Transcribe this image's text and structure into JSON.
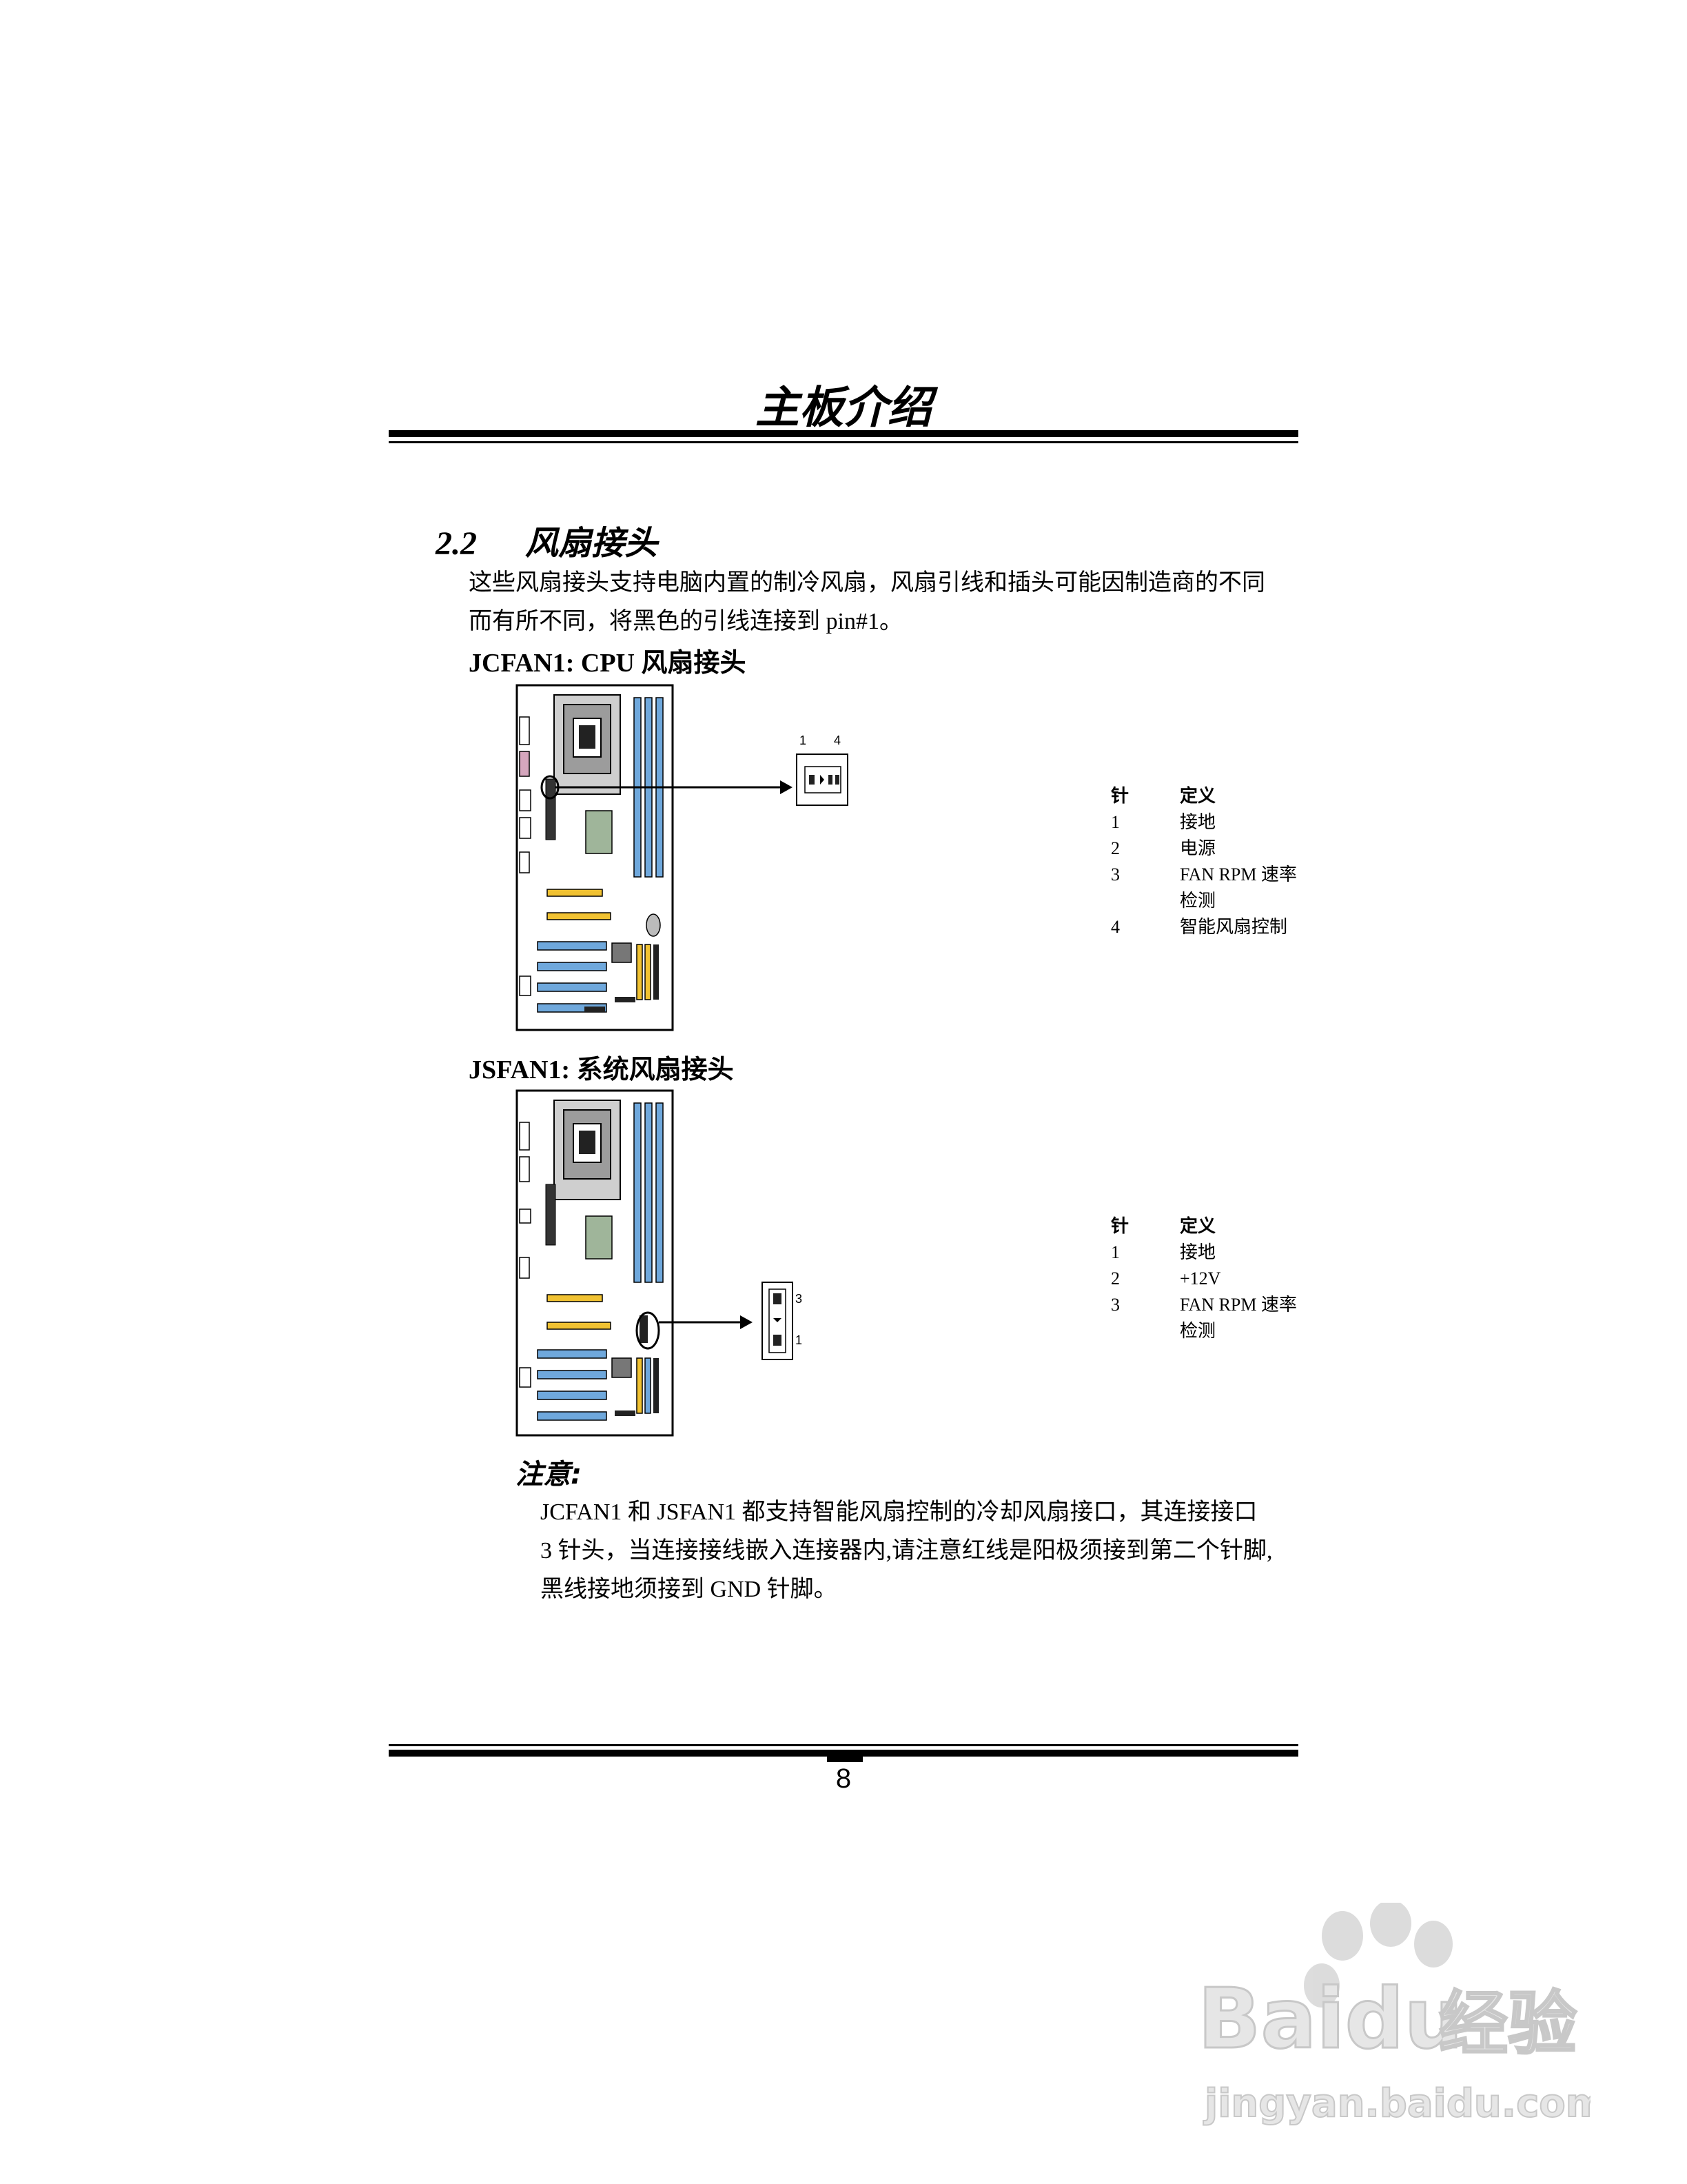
{
  "header": {
    "title": "主板介绍"
  },
  "section": {
    "number": "2.2",
    "title": "风扇接头"
  },
  "intro": {
    "line1": "这些风扇接头支持电脑内置的制冷风扇，风扇引线和插头可能因制造商的不同",
    "line2": "而有所不同，将黑色的引线连接到 pin#1。"
  },
  "jcfan": {
    "title": "JCFAN1: CPU  风扇接头",
    "connector_labels": [
      "1",
      "4"
    ],
    "table": {
      "headers": [
        "针",
        "定义"
      ],
      "rows": [
        {
          "pin": "1",
          "def": "接地",
          "def2": ""
        },
        {
          "pin": "2",
          "def": "电源",
          "def2": ""
        },
        {
          "pin": "3",
          "def": "FAN RPM  速率",
          "def2": "检测"
        },
        {
          "pin": "4",
          "def": "智能风扇控制",
          "def2": ""
        }
      ]
    }
  },
  "jsfan": {
    "title": "JSFAN1:  系统风扇接头",
    "connector_labels": [
      "3",
      "1"
    ],
    "table": {
      "headers": [
        "针",
        "定义"
      ],
      "rows": [
        {
          "pin": "1",
          "def": "接地",
          "def2": ""
        },
        {
          "pin": "2",
          "def": "+12V",
          "def2": ""
        },
        {
          "pin": "3",
          "def": "FAN RPM  速率",
          "def2": "检测"
        }
      ]
    }
  },
  "note": {
    "title": "注意:",
    "line1": "JCFAN1 和 JSFAN1 都支持智能风扇控制的冷却风扇接口，其连接接口",
    "line2": "3 针头，当连接接线嵌入连接器内,请注意红线是阳极须接到第二个针脚,",
    "line3": "黑线接地须接到 GND 针脚。"
  },
  "footer": {
    "page_number": "8"
  },
  "watermark": {
    "brand": "Baidu",
    "cn": "经验",
    "url": "jingyan.baidu.com"
  },
  "colors": {
    "blue_slot": "#6fa8dc",
    "yellow_slot": "#f1c232",
    "green_chip": "#9fb59a",
    "socket_gray": "#999999"
  }
}
